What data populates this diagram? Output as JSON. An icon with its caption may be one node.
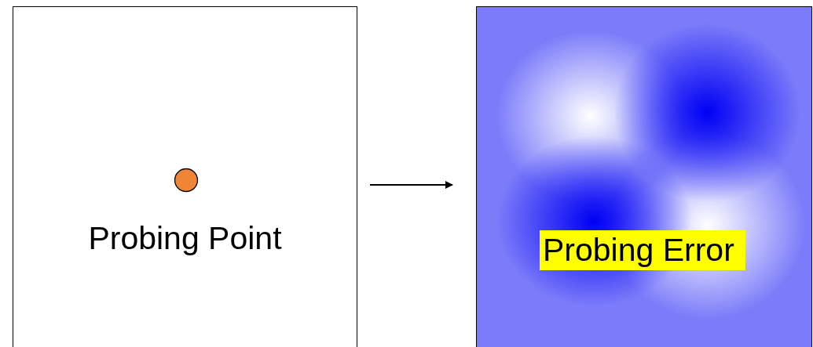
{
  "diagram": {
    "nodes": [
      {
        "text": [
          "Probing Point"
        ]
      },
      {
        "text": [
          "Probing Error"
        ]
      }
    ],
    "edges": [
      {
        "from": 0,
        "to": 1,
        "arrow": "to"
      }
    ]
  }
}
